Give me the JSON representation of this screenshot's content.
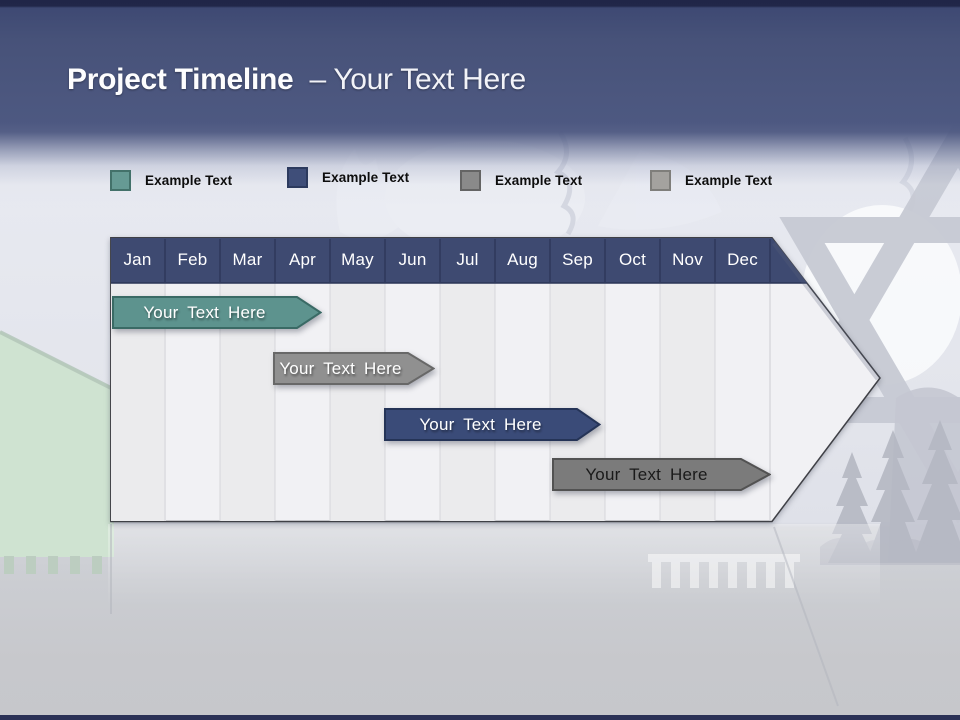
{
  "slide": {
    "title_bold": "Project Timeline",
    "title_regular": "– Your Text Here"
  },
  "legend": {
    "items": [
      {
        "label": "Example Text",
        "color": "#669a94",
        "border": "#43716a"
      },
      {
        "label": "Example Text",
        "color": "#3f4e79",
        "border": "#2c3a5e"
      },
      {
        "label": "Example Text",
        "color": "#8a8a8a",
        "border": "#646464"
      },
      {
        "label": "Example Text",
        "color": "#a4a29f",
        "border": "#7f7e7b"
      }
    ]
  },
  "timeline": {
    "months": [
      "Jan",
      "Feb",
      "Mar",
      "Apr",
      "May",
      "Jun",
      "Jul",
      "Aug",
      "Sep",
      "Oct",
      "Nov",
      "Dec"
    ],
    "header_color": "#3e4a71",
    "bars": [
      {
        "label": "Your Text Here",
        "color": "#5d938e",
        "border": "#3a6a65",
        "text_color": "#ffffff"
      },
      {
        "label": "Your Text Here",
        "color": "#909090",
        "border": "#686868",
        "text_color": "#ffffff"
      },
      {
        "label": "Your Text Here",
        "color": "#3a4b78",
        "border": "#253457",
        "text_color": "#ffffff"
      },
      {
        "label": "Your Text Here",
        "color": "#7b7b7b",
        "border": "#525252",
        "text_color": "#1a1a1a"
      }
    ]
  }
}
